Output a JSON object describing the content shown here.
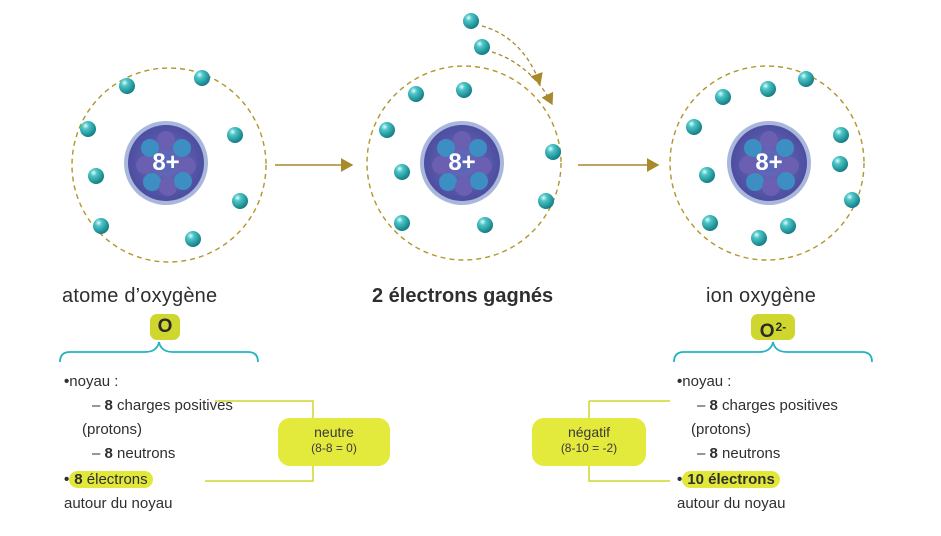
{
  "atoms": [
    {
      "nucleus_charge": "8+"
    },
    {
      "nucleus_charge": "8+"
    },
    {
      "nucleus_charge": "8+"
    }
  ],
  "left": {
    "title": "atome d’oxygène",
    "symbol": "O",
    "list": {
      "noyau": "noyau :",
      "line1_num": "8",
      "line1_text": " charges positives",
      "line2_text": "(protons)",
      "line3_num": "8",
      "line3_text": " neutrons",
      "electrons_num": "8",
      "electrons_text": " électrons",
      "around": "autour du noyau"
    },
    "box": {
      "label": "neutre",
      "formula": "(8-8 = 0)"
    }
  },
  "middle": {
    "caption": "2 électrons gagnés"
  },
  "right": {
    "title": "ion oxygène",
    "symbol": "O",
    "symbol_charge": "2-",
    "list": {
      "noyau": "noyau :",
      "line1_num": "8",
      "line1_text": " charges positives",
      "line2_text": "(protons)",
      "line3_num": "8",
      "line3_text": " neutrons",
      "electrons_text": "10 électrons",
      "around": "autour du noyau"
    },
    "box": {
      "label": "négatif",
      "formula": "(8-10 = -2)"
    }
  },
  "colors": {
    "highlight": "#cfd62d",
    "orbit": "#b0962a",
    "electron": "#1fa3a6",
    "nucleus_ring": "#9fb3d9",
    "arrow": "#a8892b"
  }
}
